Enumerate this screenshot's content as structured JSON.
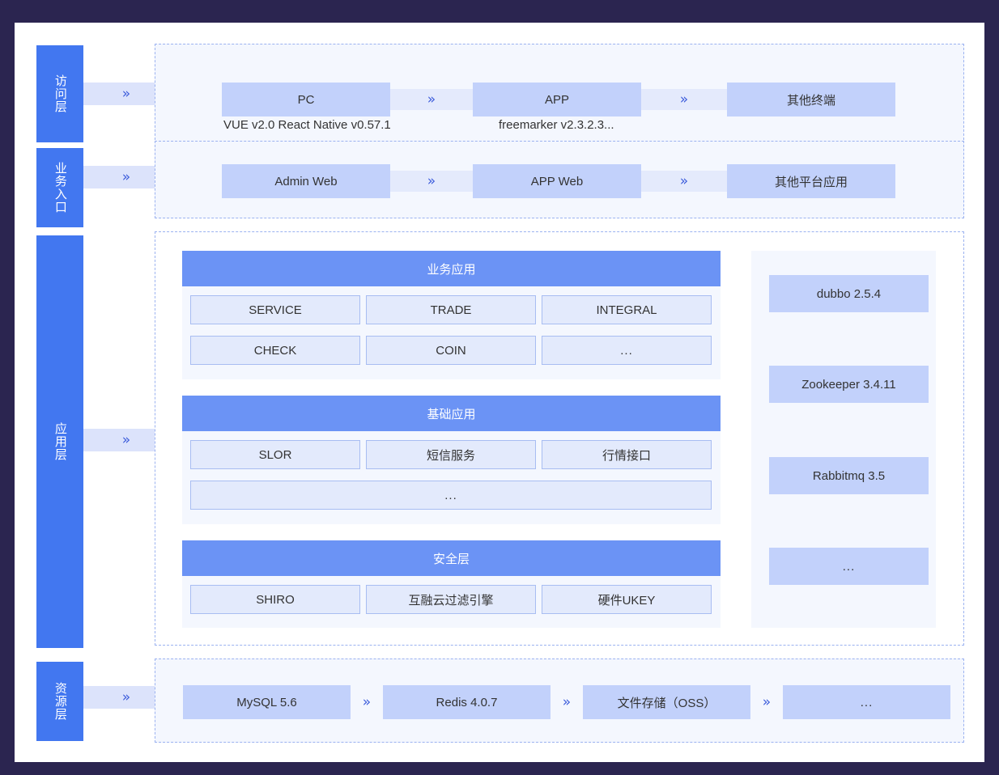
{
  "theme": {
    "page_background": "#2B2550",
    "canvas_background": "#FFFFFF",
    "tag_blue": "#4277F0",
    "head_blue": "#6B93F5",
    "node_blue": "#C2D1FB",
    "cell_blue": "#E3EAFC",
    "panel_bg": "#F4F7FE",
    "dash_border": "#9BB2F0",
    "chevron": "#3B5BDB",
    "text": "#333333"
  },
  "chevron_glyph": "»",
  "layers": [
    {
      "tag": "访问层",
      "connector_icon": "chevron-right-double",
      "nodes": [
        {
          "label": "PC",
          "sub": "VUE v2.0 React Native v0.57.1"
        },
        {
          "label": "APP",
          "sub": "freemarker v2.3.2.3..."
        },
        {
          "label": "其他终端",
          "sub": ""
        }
      ]
    },
    {
      "tag": "业务入口",
      "connector_icon": "chevron-right-double",
      "nodes": [
        {
          "label": "Admin  Web",
          "sub": ""
        },
        {
          "label": "APP  Web",
          "sub": ""
        },
        {
          "label": "其他平台应用",
          "sub": ""
        }
      ]
    },
    {
      "tag": "应用层",
      "connector_icon": "chevron-right-double",
      "groups": [
        {
          "title": "业务应用",
          "rows": [
            [
              "SERVICE",
              "TRADE",
              "INTEGRAL"
            ],
            [
              "CHECK",
              "COIN",
              "..."
            ]
          ]
        },
        {
          "title": "基础应用",
          "rows": [
            [
              "SLOR",
              "短信服务",
              "行情接口"
            ],
            [
              "..."
            ]
          ]
        },
        {
          "title": "安全层",
          "rows": [
            [
              "SHIRO",
              "互融云过滤引擎",
              "硬件UKEY"
            ]
          ]
        }
      ],
      "middleware": [
        "dubbo 2.5.4",
        "Zookeeper 3.4.11",
        "Rabbitmq 3.5",
        "..."
      ]
    },
    {
      "tag": "资源层",
      "connector_icon": "chevron-right-double",
      "nodes": [
        {
          "label": "MySQL 5.6",
          "sub": ""
        },
        {
          "label": "Redis 4.0.7",
          "sub": ""
        },
        {
          "label": "文件存储（OSS）",
          "sub": ""
        },
        {
          "label": "...",
          "sub": ""
        }
      ]
    }
  ]
}
